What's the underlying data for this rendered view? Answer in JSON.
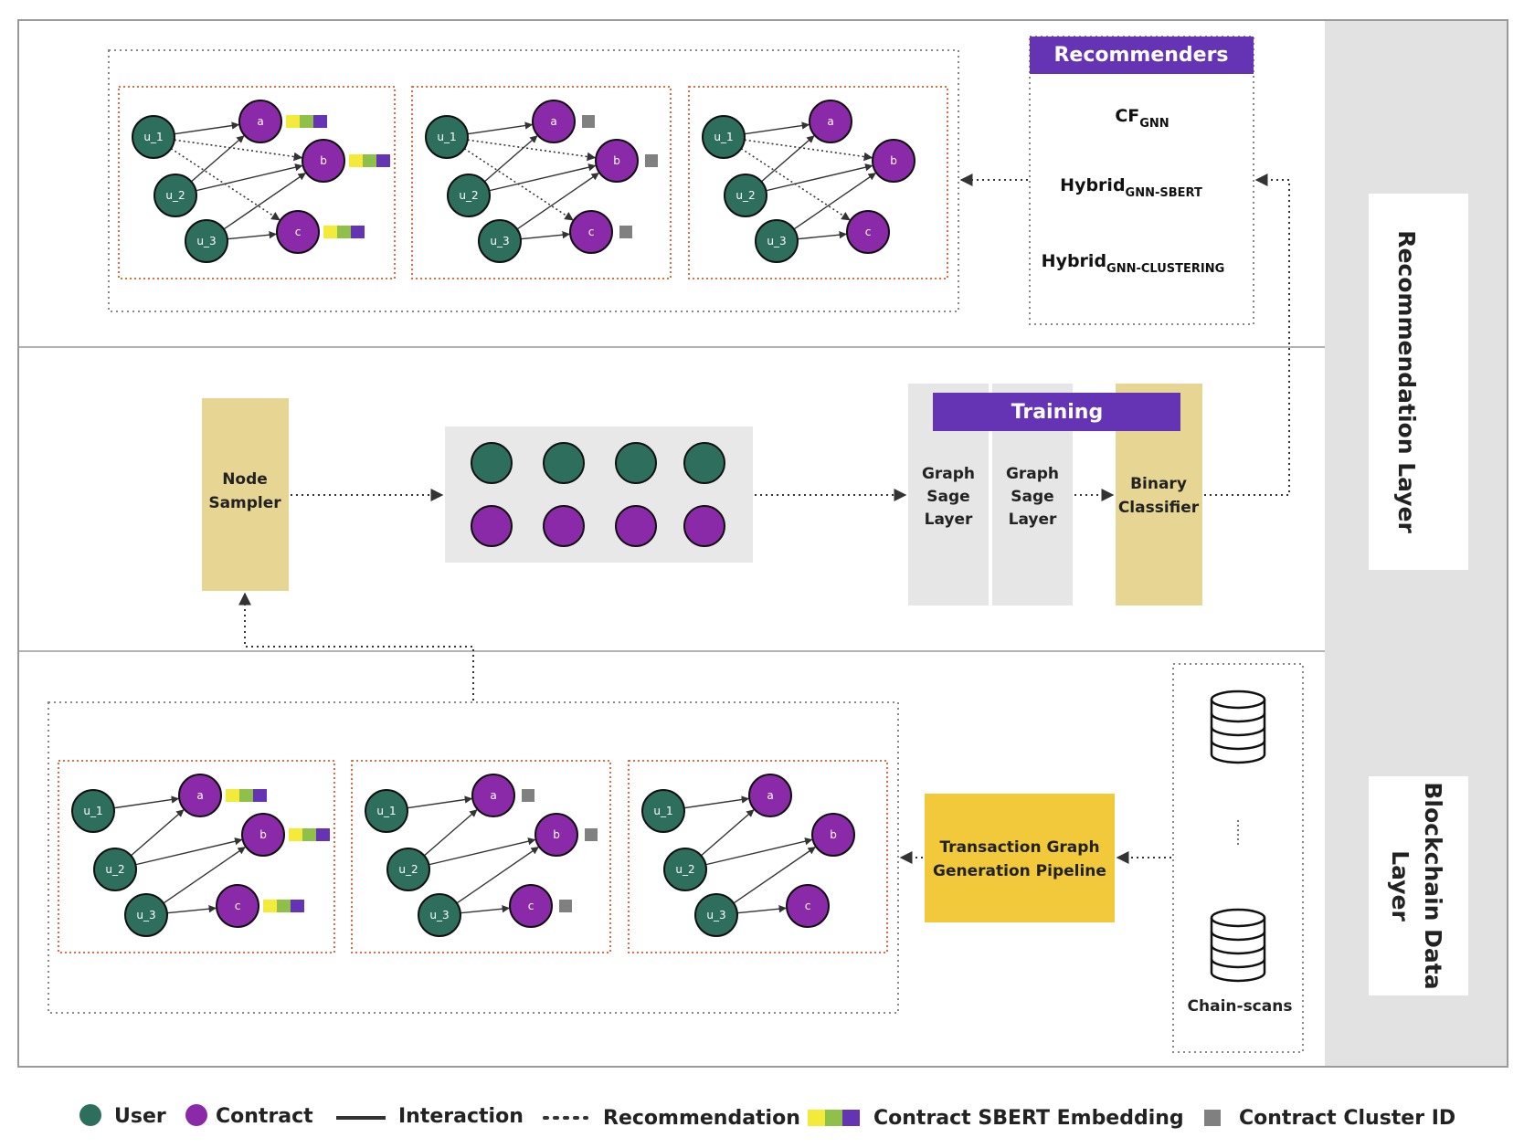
{
  "layers": {
    "recommendation": "Recommendation Layer",
    "blockchain_line1": "Blockchain Data",
    "blockchain_line2": "Layer"
  },
  "recommenders": {
    "header": "Recommenders",
    "items": [
      {
        "main": "CF",
        "sub": "GNN"
      },
      {
        "main": "Hybrid",
        "sub": "GNN-SBERT"
      },
      {
        "main": "Hybrid",
        "sub": "GNN-CLUSTERING"
      }
    ]
  },
  "training": {
    "header": "Training",
    "graph_sage_1": [
      "Graph",
      "Sage",
      "Layer"
    ],
    "graph_sage_2": [
      "Graph",
      "Sage",
      "Layer"
    ],
    "binary_classifier": [
      "Binary",
      "Classifier"
    ]
  },
  "node_sampler": [
    "Node",
    "Sampler"
  ],
  "pipeline": [
    "Transaction Graph",
    "Generation Pipeline"
  ],
  "chain_scans": "Chain-scans",
  "graph_labels": {
    "users": [
      "u_1",
      "u_2",
      "u_3"
    ],
    "contracts": [
      "a",
      "b",
      "c"
    ]
  },
  "legend": {
    "user": "User",
    "contract": "Contract",
    "interaction": "Interaction",
    "recommendation": "Recommendation",
    "sbert": "Contract SBERT Embedding",
    "cluster": "Contract Cluster ID"
  },
  "colors": {
    "user": "#2e6e5c",
    "contract": "#8b2aa8",
    "header_purple": "#6434b4",
    "sampler_tan": "#e7d693",
    "pipeline_yellow": "#f1c93a",
    "layer_gray": "#e5e5e5",
    "cluster_gray": "#808080",
    "sbert": [
      "#f4ea3a",
      "#8fc04a",
      "#6434b4"
    ],
    "red_dotted": "#e0572b"
  }
}
